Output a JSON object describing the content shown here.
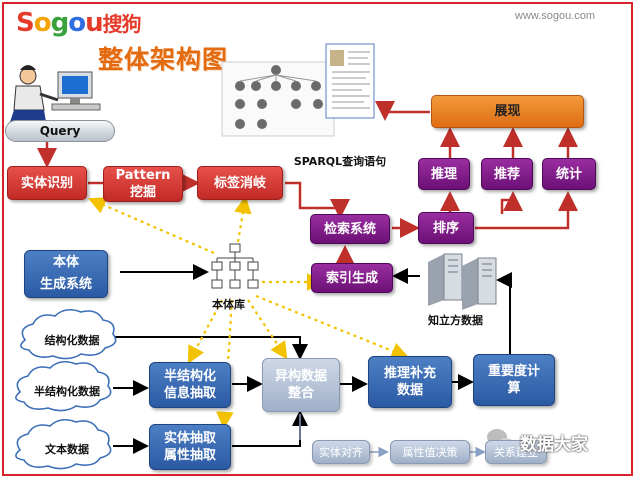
{
  "header": {
    "logo": "Sogou搜狗",
    "site": "www.sogou.com",
    "title": "整体架构图"
  },
  "nodes": {
    "query": "Query",
    "entity_recognition": "实体识别",
    "pattern_mining": "Pattern\n挖掘",
    "label_disambiguation": "标签消岐",
    "sparql": "SPARQL查询语句",
    "retrieval_system": "检索系统",
    "ranking": "排序",
    "inference": "推理",
    "recommendation": "推荐",
    "statistics": "统计",
    "presentation": "展现",
    "ontology_generation": "本体\n生成系统",
    "ontology_lib": "本体库",
    "index_generation": "索引生成",
    "knowledge_cube_data": "知立方数据",
    "structured_data": "结构化数据",
    "semistructured_data": "半结构化数据",
    "text_data": "文本数据",
    "semistructured_extraction": "半结构化\n信息抽取",
    "entity_attr_extraction": "实体抽取\n属性抽取",
    "heterogeneous_integration": "异构数据\n整合",
    "inference_completion": "推理补充\n数据",
    "importance_calc": "重要度计\n算",
    "entity_alignment": "实体对齐",
    "attribute_decision": "属性值决策",
    "relation_building": "关系建立"
  },
  "watermark": "数据大家",
  "colors": {
    "red_box": "#d33a35",
    "purple_box": "#82188c",
    "blue_box": "#3a6cb5",
    "orange_box": "#ea7f22",
    "gray_box": "#b4c2d8",
    "title_orange": "#e46a10",
    "frame": "#d8232a",
    "dotted_arrow": "#f2c200"
  },
  "icons": [
    "computer-user-icon",
    "screenshot-collage-icon",
    "server-tower-icon",
    "ontology-tree-icon",
    "wechat-icon"
  ]
}
